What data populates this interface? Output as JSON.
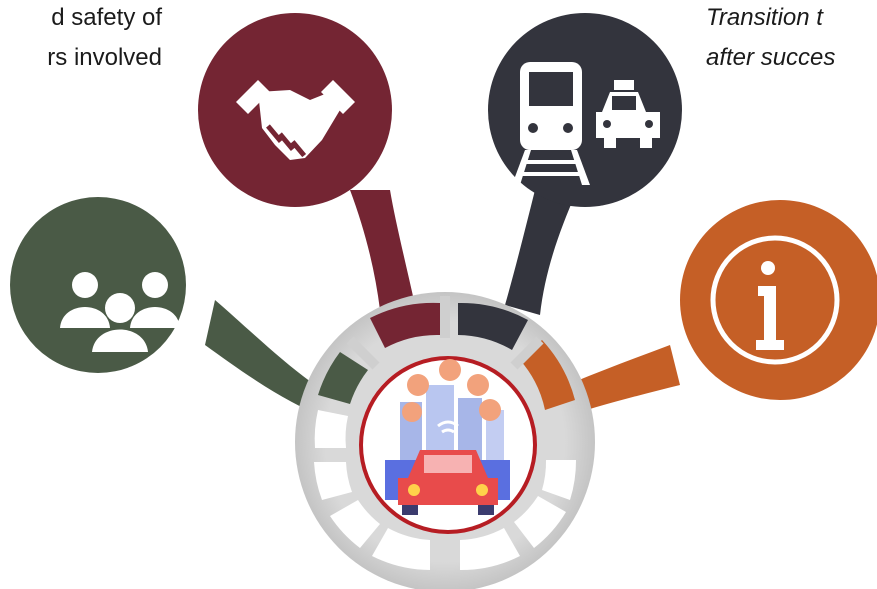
{
  "text_left": {
    "line1": "d safety of",
    "line2": "rs involved"
  },
  "text_right": {
    "line1": "Transition t",
    "line2": "after succes"
  },
  "colors": {
    "green": "#4a5a46",
    "maroon": "#742533",
    "dark": "#33343d",
    "orange": "#c55f26",
    "ring": "#d4d4d4",
    "center_border": "#b61d23"
  },
  "nodes": [
    {
      "id": "people",
      "icon": "group-people-icon",
      "color": "#4a5a46"
    },
    {
      "id": "handshake",
      "icon": "handshake-icon",
      "color": "#742533"
    },
    {
      "id": "transport",
      "icon": "train-taxi-icon",
      "color": "#33343d"
    },
    {
      "id": "info",
      "icon": "info-icon",
      "color": "#c55f26"
    }
  ],
  "center": {
    "icon": "smart-car-illustration"
  }
}
